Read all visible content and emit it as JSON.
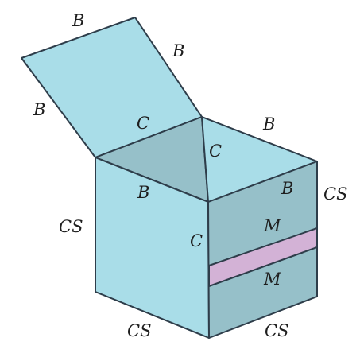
{
  "colors": {
    "face_light": "#a9dde8",
    "face_shaded": "#96c0c9",
    "band": "#d3b2d6",
    "edge": "#2e3d4a",
    "background": "#ffffff"
  },
  "labels": {
    "lid_top": "B",
    "lid_right": "B",
    "lid_left": "B",
    "inner_back_left": "C",
    "inner_back_right": "C",
    "top_right": "B",
    "front_top": "B",
    "right_top": "B",
    "right_vertical": "CS",
    "left_vertical": "CS",
    "inner_vertical": "C",
    "band_upper": "M",
    "band_lower": "M",
    "bottom_front": "CS",
    "bottom_right": "CS"
  }
}
